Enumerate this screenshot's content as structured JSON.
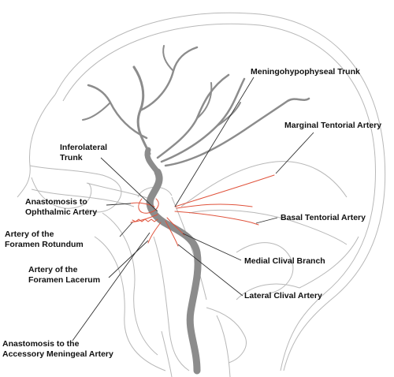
{
  "labels": {
    "meningohypophyseal_trunk": "Meningohypophyseal Trunk",
    "marginal_tentorial_artery": "Marginal Tentorial Artery",
    "inferolateral_trunk_line1": "Inferolateral",
    "inferolateral_trunk_line2": "Trunk",
    "anastomosis_ophthalmic_line1": "Anastomosis to",
    "anastomosis_ophthalmic_line2": "Ophthalmic Artery",
    "basal_tentorial_artery": "Basal Tentorial Artery",
    "artery_foramen_rotundum_line1": "Artery of the",
    "artery_foramen_rotundum_line2": "Foramen Rotundum",
    "medial_clival_branch": "Medial Clival Branch",
    "artery_foramen_lacerum_line1": "Artery of the",
    "artery_foramen_lacerum_line2": "Foramen Lacerum",
    "lateral_clival_artery": "Lateral Clival Artery",
    "anastomosis_accessory_line1": "Anastomosis to the",
    "anastomosis_accessory_line2": "Accessory Meningeal Artery"
  },
  "colors": {
    "skull_outline": "#b8b8b8",
    "artery_gray": "#8c8c8c",
    "branch_red": "#e0533c",
    "leader_line": "#333333",
    "label_text": "#111111"
  }
}
